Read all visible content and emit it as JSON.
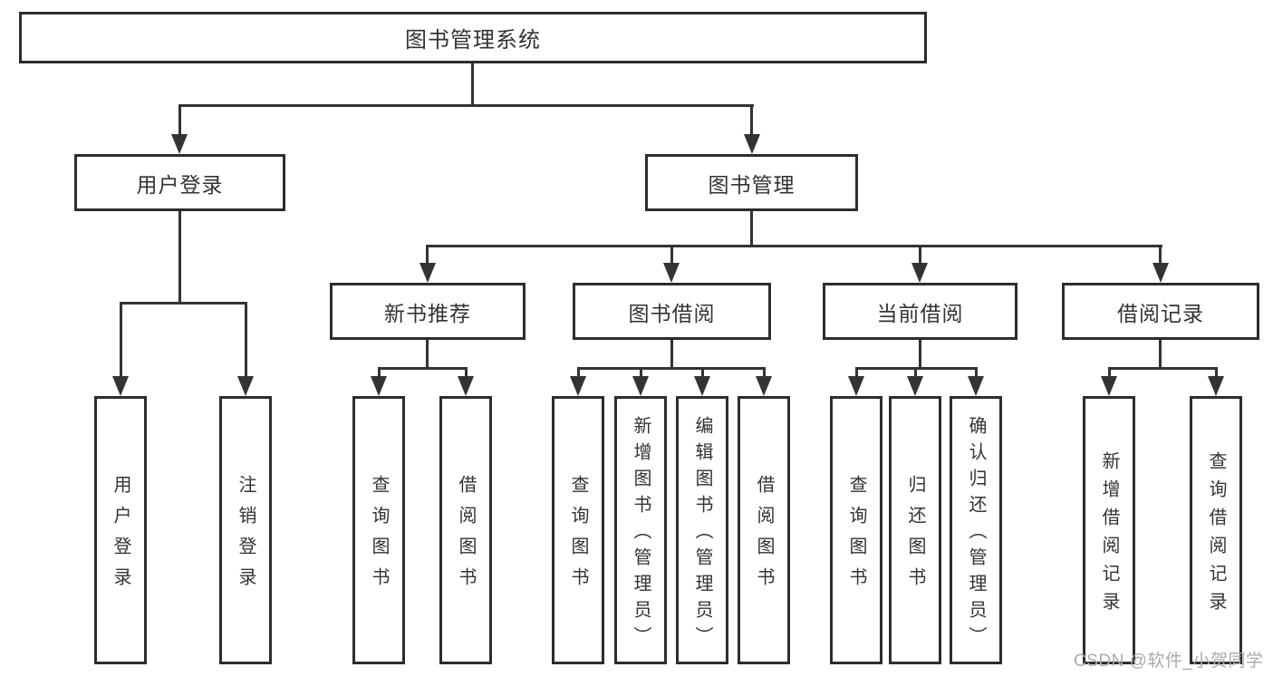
{
  "diagram": {
    "title": {
      "label": "图书管理系统"
    },
    "level2": [
      {
        "label": "用户登录"
      },
      {
        "label": "图书管理"
      }
    ],
    "level3": [
      {
        "label": "新书推荐"
      },
      {
        "label": "图书借阅"
      },
      {
        "label": "当前借阅"
      },
      {
        "label": "借阅记录"
      }
    ],
    "leaves": {
      "user_login": [
        {
          "label": "用户登录"
        },
        {
          "label": "注销登录"
        }
      ],
      "new_book_recommend": [
        {
          "label": "查询图书"
        },
        {
          "label": "借阅图书"
        }
      ],
      "book_borrow": [
        {
          "label": "查询图书"
        },
        {
          "label": "新增图书（管理员）"
        },
        {
          "label": "编辑图书（管理员）"
        },
        {
          "label": "借阅图书"
        }
      ],
      "current_borrow": [
        {
          "label": "查询图书"
        },
        {
          "label": "归还图书"
        },
        {
          "label": "确认归还（管理员）"
        }
      ],
      "borrow_records": [
        {
          "label": "新增借阅记录"
        },
        {
          "label": "查询借阅记录"
        }
      ]
    },
    "watermark": "CSDN @软件_小贺同学",
    "colors": {
      "line": "#333333",
      "box_border": "#2d2d2d",
      "box_background": "#ffffff",
      "text": "#333333",
      "watermark": "#ababab"
    }
  }
}
